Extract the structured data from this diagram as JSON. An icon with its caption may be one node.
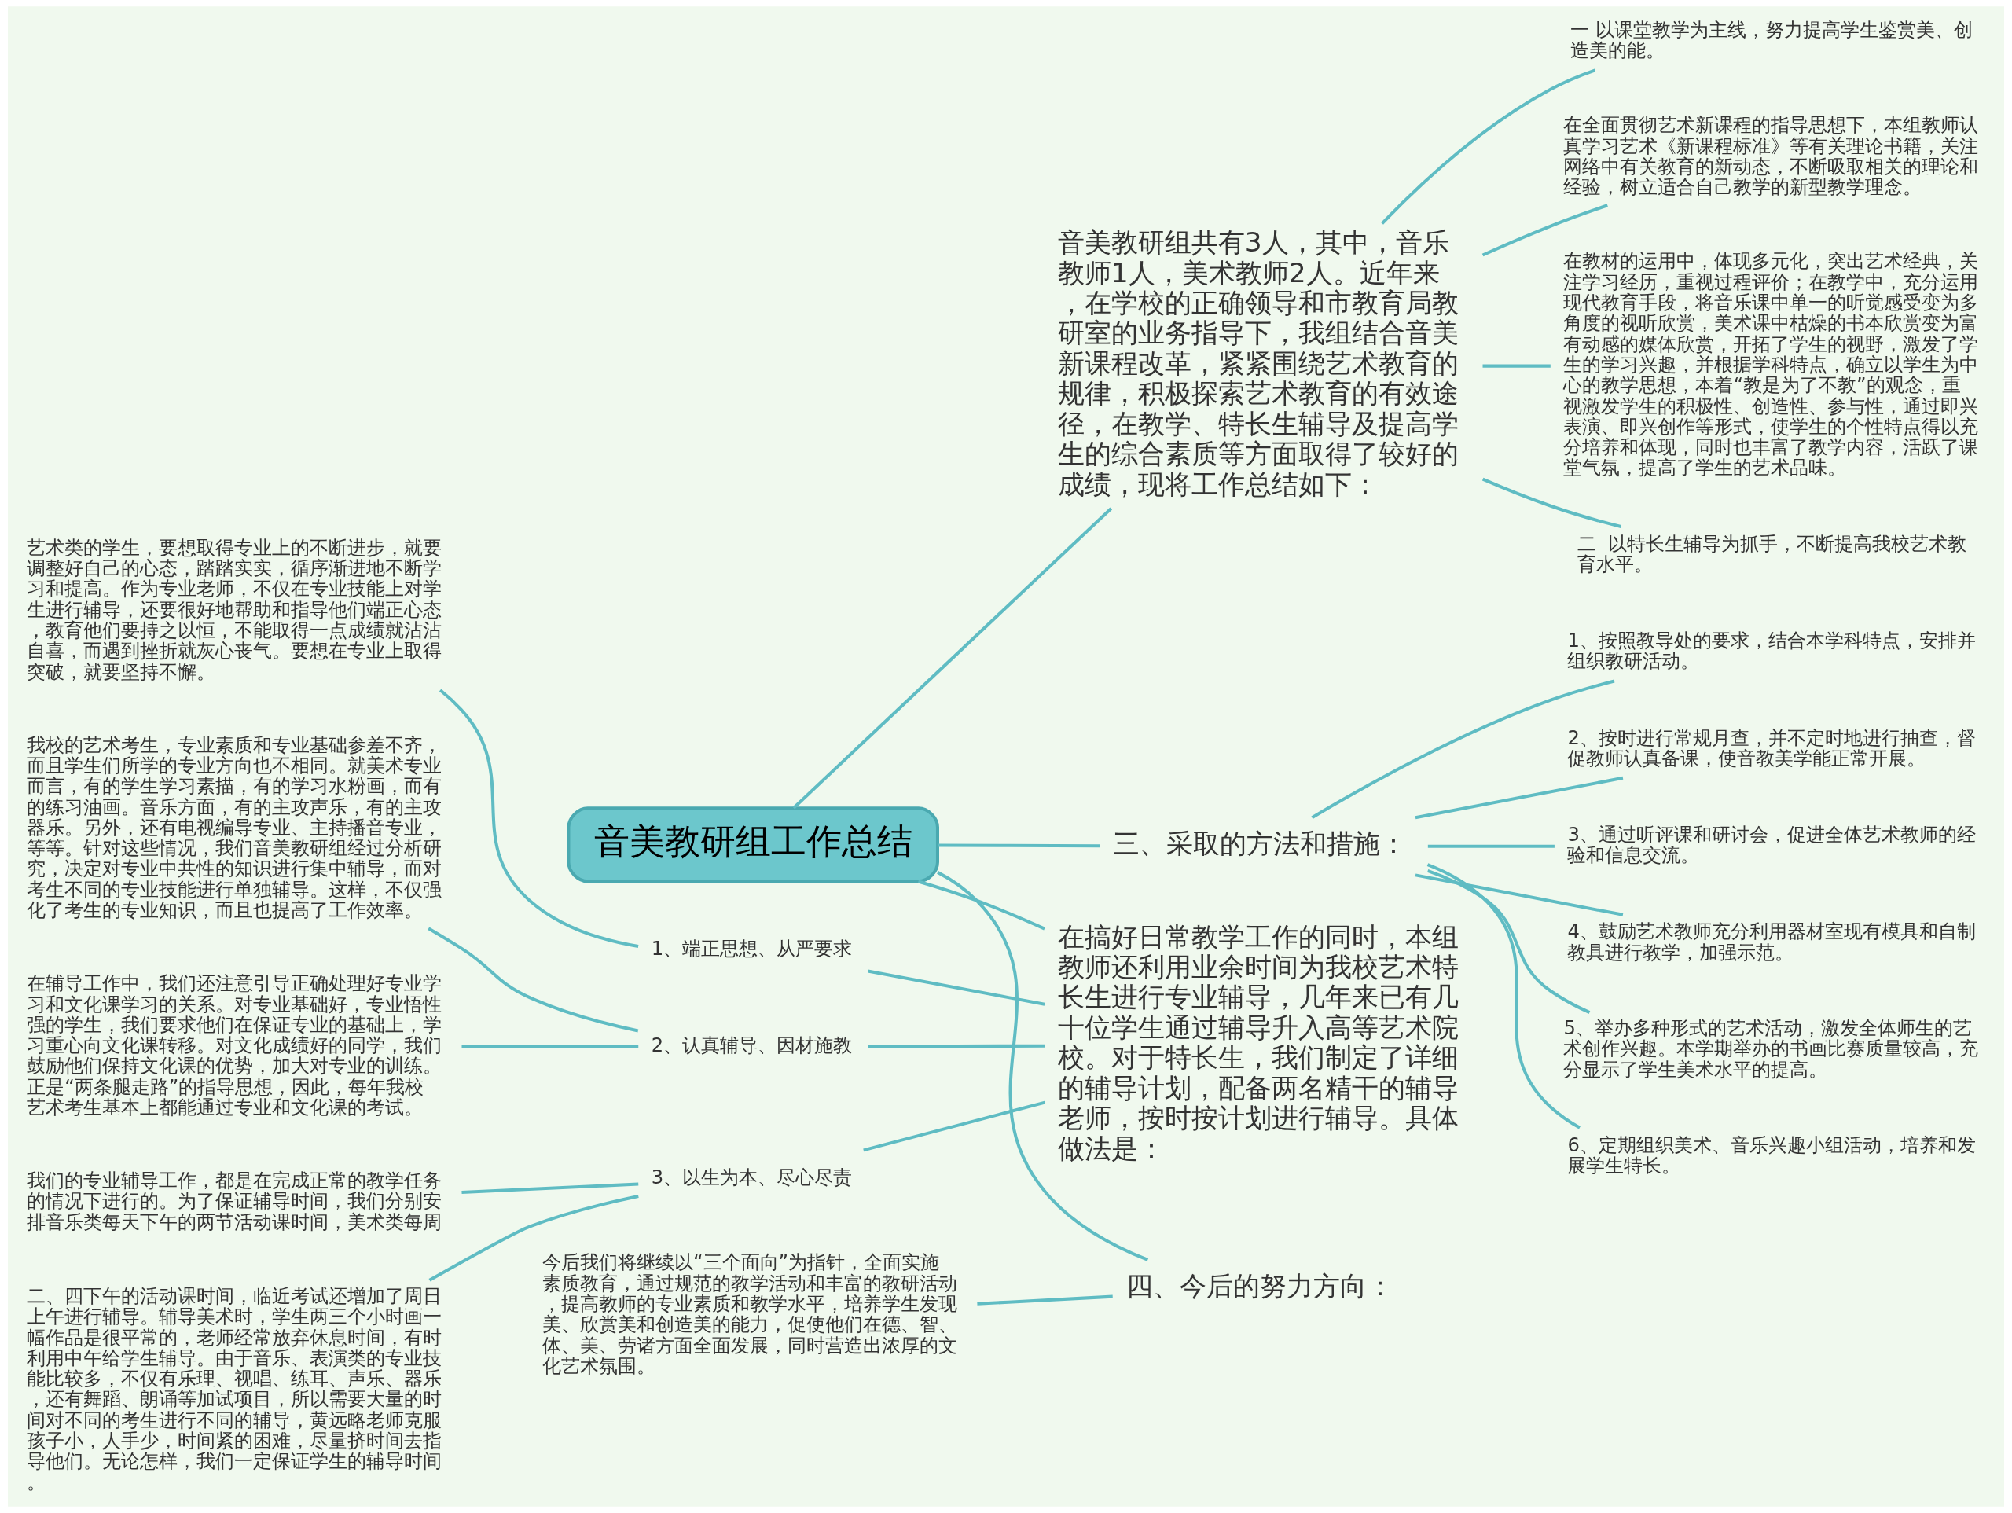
{
  "diagram": {
    "nodes": [
      {
        "text": [
          "音美教研组工作总结"
        ]
      },
      {
        "text": [
          "音美教研组共有3人，其中，音乐教师1人，美术教师2人。近年来，在学校的正确领导和市教育局教研室的业务指导下，我组结合音美新课程改革，紧紧围绕艺术教育的规律，积极探索艺术教育的有效途径，在教学、特长生辅导及提高学生的综合素质等方面取得了较好的成绩，现将工作总结如下："
        ]
      },
      {
        "text": [
          "一 以课堂教学为主线，努力提高学生鉴赏美、创造美的能。"
        ]
      },
      {
        "text": [
          "在全面贯彻艺术新课程的指导思想下，本组教师认真学习艺术《新课程标准》等有关理论书籍，关注网络中有关教育的新动态，不断吸取相关的理论和经验，树立适合自己教学的新型教学理念。"
        ]
      },
      {
        "text": [
          "在教材的运用中，体现多元化，突出艺术经典，关注学习经历，重视过程评价；在教学中，充分运用现代教育手段，将音乐课中单一的听觉感受变为多角度的视听欣赏，美术课中枯燥的书本欣赏变为富有动感的媒体欣赏，开拓了学生的视野，激发了学生的学习兴趣，并根据学科特点，确立以学生为中心的教学思想，本着“教是为了不教”的观念，重视激发学生的积极性、创造性、参与性，通过即兴表演、即兴创作等形式，使学生的个性特点得以充分培养和体现，同时也丰富了教学内容，活跃了课堂气氛，提高了学生的艺术品味。"
        ]
      },
      {
        "text": [
          "二  以特长生辅导为抓手，不断提高我校艺术教育水平。"
        ]
      },
      {
        "text": [
          "三、采取的方法和措施："
        ]
      },
      {
        "text": [
          "1、按照教导处的要求，结合本学科特点，安排并组织教研活动。"
        ]
      },
      {
        "text": [
          "2、按时进行常规月查，并不定时地进行抽查，督促教师认真备课，使音教美学能正常开展。"
        ]
      },
      {
        "text": [
          "3、通过听评课和研讨会，促进全体艺术教师的经验和信息交流。"
        ]
      },
      {
        "text": [
          "4、鼓励艺术教师充分利用器材室现有模具和自制教具进行教学，加强示范。"
        ]
      },
      {
        "text": [
          "5、举办多种形式的艺术活动，激发全体师生的艺术创作兴趣。本学期举办的书画比赛质量较高，充分显示了学生美术水平的提高。"
        ]
      },
      {
        "text": [
          "6、定期组织美术、音乐兴趣小组活动，培养和发展学生特长。"
        ]
      },
      {
        "text": [
          "在搞好日常教学工作的同时，本组教师还利用业余时间为我校艺术特长生进行专业辅导，几年来已有几十位学生通过辅导升入高等艺术院校。对于特长生，我们制定了详细的辅导计划，配备两名精干的辅导老师，按时按计划进行辅导。具体做法是："
        ]
      },
      {
        "text": [
          "1、端正思想、从严要求"
        ]
      },
      {
        "text": [
          "艺术类的学生，要想取得专业上的不断进步，就要调整好自己的心态，踏踏实实，循序渐进地不断学习和提高。作为专业老师，不仅在专业技能上对学生进行辅导，还要很好地帮助和指导他们端正心态，教育他们要持之以恒，不能取得一点成绩就沾沾自喜，而遇到挫折就灰心丧气。要想在专业上取得突破，就要坚持不懈。"
        ]
      },
      {
        "text": [
          "2、认真辅导、因材施教"
        ]
      },
      {
        "text": [
          "我校的艺术考生，专业素质和专业基础参差不齐，而且学生们所学的专业方向也不相同。就美术专业而言，有的学生学习素描，有的学习水粉画，而有的练习油画。音乐方面，有的主攻声乐，有的主攻器乐。另外，还有电视编导专业、主持播音专业，等等。针对这些情况，我们音美教研组经过分析研究，决定对专业中共性的知识进行集中辅导，而对考生不同的专业技能进行单独辅导。这样，不仅强化了考生的专业知识，而且也提高了工作效率。"
        ]
      },
      {
        "text": [
          "在辅导工作中，我们还注意引导正确处理好专业学习和文化课学习的关系。对专业基础好，专业悟性强的学生，我们要求他们在保证专业的基础上，学习重心向文化课转移。对文化成绩好的同学，我们鼓励他们保持文化课的优势，加大对专业的训练。正是“两条腿走路”的指导思想，因此，每年我校艺术考生基本上都能通过专业和文化课的考试。"
        ]
      },
      {
        "text": [
          "3、以生为本、尽心尽责"
        ]
      },
      {
        "text": [
          "我们的专业辅导工作，都是在完成正常的教学任务的情况下进行的。为了保证辅导时间，我们分别安排音乐类每天下午的两节活动课时间，美术类每周"
        ]
      },
      {
        "text": [
          "二、四下午的活动课时间，临近考试还增加了周日上午进行辅导。辅导美术时，学生两三个小时画一幅作品是很平常的，老师经常放弃休息时间，有时利用中午给学生辅导。由于音乐、表演类的专业技能比较多，不仅有乐理、视唱、练耳、声乐、器乐，还有舞蹈、朗诵等加试项目，所以需要大量的时间对不同的考生进行不同的辅导，黄远略老师克服孩子小，人手少，时间紧的困难，尽量挤时间去指导他们。无论怎样，我们一定保证学生的辅导时间。"
        ]
      },
      {
        "text": [
          "四、今后的努力方向："
        ]
      },
      {
        "text": [
          "今后我们将继续以“三个面向”为指针，全面实施素质教育，通过规范的教学活动和丰富的教研活动，提高教师的专业素质和教学水平，培养学生发现美、欣赏美和创造美的能力，促使他们在德、智、体、美、劳诸方面全面发展，同时营造出浓厚的文化艺术氛围。"
        ]
      }
    ],
    "edges": [
      {
        "from": 0,
        "to": 1,
        "arrow": "none"
      },
      {
        "from": 1,
        "to": 2,
        "arrow": "none"
      },
      {
        "from": 1,
        "to": 3,
        "arrow": "none"
      },
      {
        "from": 1,
        "to": 4,
        "arrow": "none"
      },
      {
        "from": 1,
        "to": 5,
        "arrow": "none"
      },
      {
        "from": 0,
        "to": 6,
        "arrow": "none"
      },
      {
        "from": 6,
        "to": 7,
        "arrow": "none"
      },
      {
        "from": 6,
        "to": 8,
        "arrow": "none"
      },
      {
        "from": 6,
        "to": 9,
        "arrow": "none"
      },
      {
        "from": 6,
        "to": 10,
        "arrow": "none"
      },
      {
        "from": 6,
        "to": 11,
        "arrow": "none"
      },
      {
        "from": 6,
        "to": 12,
        "arrow": "none"
      },
      {
        "from": 0,
        "to": 13,
        "arrow": "none"
      },
      {
        "from": 13,
        "to": 14,
        "arrow": "none"
      },
      {
        "from": 14,
        "to": 15,
        "arrow": "none"
      },
      {
        "from": 13,
        "to": 16,
        "arrow": "none"
      },
      {
        "from": 16,
        "to": 17,
        "arrow": "none"
      },
      {
        "from": 16,
        "to": 18,
        "arrow": "none"
      },
      {
        "from": 13,
        "to": 19,
        "arrow": "none"
      },
      {
        "from": 19,
        "to": 20,
        "arrow": "none"
      },
      {
        "from": 19,
        "to": 21,
        "arrow": "none"
      },
      {
        "from": 0,
        "to": 22,
        "arrow": "none"
      },
      {
        "from": 22,
        "to": 23,
        "arrow": "none"
      }
    ]
  }
}
